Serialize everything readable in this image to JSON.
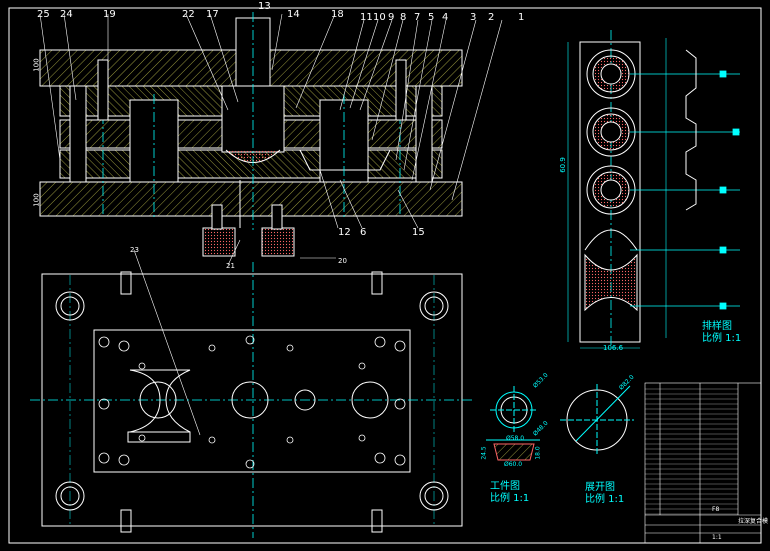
{
  "drawing": {
    "part_numbers": [
      "25",
      "24",
      "19",
      "22",
      "17",
      "13",
      "14",
      "18",
      "11",
      "10",
      "9",
      "8",
      "7",
      "5",
      "4",
      "3",
      "2",
      "1",
      "12",
      "6",
      "15",
      "23",
      "20",
      "21"
    ],
    "dims": {
      "top_plate_side": "100",
      "bottom_plate_side": "100",
      "strip_pitch": "60.9",
      "strip_width": "106.6",
      "part_dia": "Ø53.0",
      "part_inner": "Ø48.0",
      "part_flange": "Ø58.0",
      "part_base": "Ø60.0",
      "part_h1": "24.5",
      "part_h2": "18.0",
      "blank_dia": "Ø82.0"
    },
    "views": {
      "strip_layout_title": "排样图",
      "strip_layout_scale": "比例  1:1",
      "workpiece_title": "工件图",
      "workpiece_scale": "比例  1:1",
      "blank_title": "展开图",
      "blank_scale": "比例  1:1"
    },
    "title_block": {
      "title": "拉深复合模",
      "tag": "F8",
      "scale": "1:1"
    }
  },
  "colors": {
    "background": "#000000",
    "lines": "#ffffff",
    "center": "#00ffff",
    "hatch": "#ffff66",
    "dim": "#00ffff",
    "red": "#ff3b3b"
  }
}
